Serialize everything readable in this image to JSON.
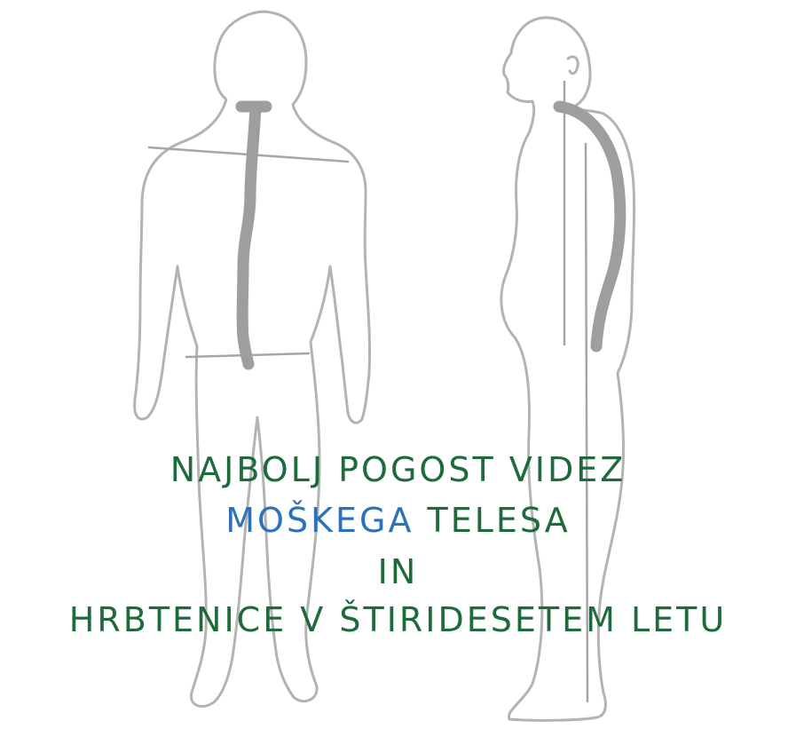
{
  "caption": {
    "line1": "NAJBOLJ POGOST VIDEZ",
    "line2_highlight": "MOŠKEGA",
    "line2_rest": " TELESA",
    "line3": "IN",
    "line4": "HRBTENICE V ŠTIRIDESETEM LETU"
  },
  "colors": {
    "caption_green": "#1d6b3a",
    "caption_blue": "#2b72b8",
    "outline_gray": "#b3b3b3",
    "spine_gray": "#9e9e9e"
  },
  "figures": [
    "back-view-body",
    "side-view-body"
  ]
}
